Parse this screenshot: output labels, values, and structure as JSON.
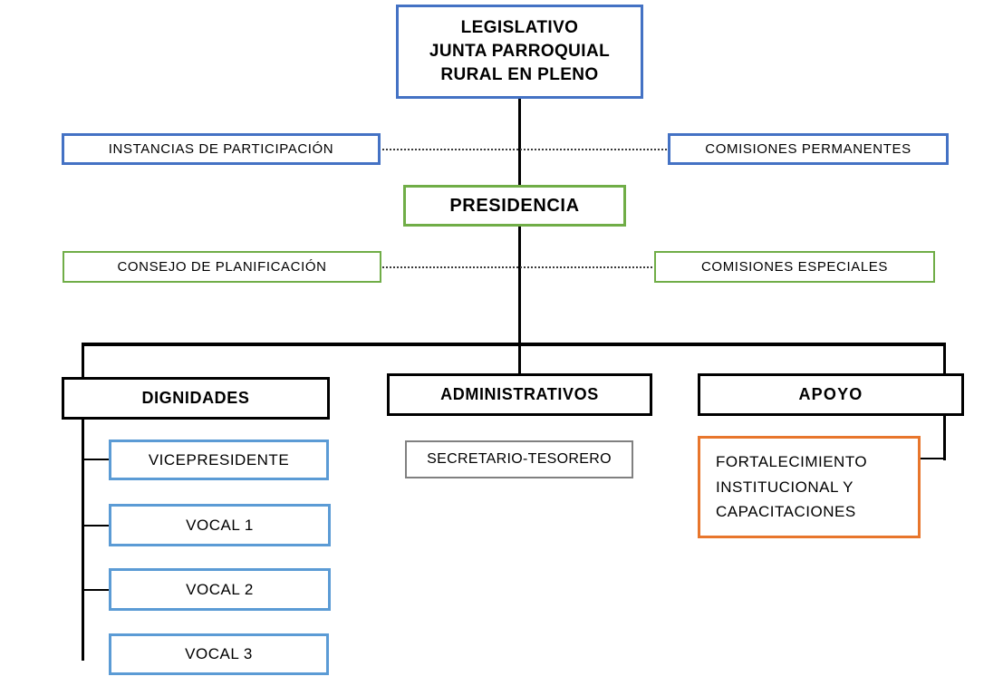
{
  "diagram": {
    "title": "Organigrama - Junta Parroquial Rural",
    "type": "organizational-chart"
  },
  "colors": {
    "blue": "#4472C4",
    "light_blue": "#5B9BD5",
    "green": "#70AD47",
    "black": "#000000",
    "gray": "#808080",
    "orange": "#E8762C",
    "background": "#FFFFFF"
  },
  "nodes": {
    "legislativo": {
      "label": "LEGISLATIVO\nJUNTA PARROQUIAL\nRURAL EN PLENO",
      "border_color": "#4472C4",
      "level": 1
    },
    "instancias_participacion": {
      "label": "INSTANCIAS  DE PARTICIPACIÓN",
      "border_color": "#4472C4",
      "level": 2
    },
    "comisiones_permanentes": {
      "label": "COMISIONES  PERMANENTES",
      "border_color": "#4472C4",
      "level": 2
    },
    "presidencia": {
      "label": "PRESIDENCIA",
      "border_color": "#70AD47",
      "level": 3
    },
    "consejo_planificacion": {
      "label": "CONSEJO DE PLANIFICACIÓN",
      "border_color": "#70AD47",
      "level": 4
    },
    "comisiones_especiales": {
      "label": "COMISIONES  ESPECIALES",
      "border_color": "#70AD47",
      "level": 4
    },
    "dignidades": {
      "label": "DIGNIDADES",
      "border_color": "#000000",
      "level": 5
    },
    "administrativos": {
      "label": "ADMINISTRATIVOS",
      "border_color": "#000000",
      "level": 5
    },
    "apoyo": {
      "label": "APOYO",
      "border_color": "#000000",
      "level": 5
    },
    "vicepresidente": {
      "label": "VICEPRESIDENTE",
      "border_color": "#5B9BD5",
      "level": 6
    },
    "vocal1": {
      "label": "VOCAL 1",
      "border_color": "#5B9BD5",
      "level": 6
    },
    "vocal2": {
      "label": "VOCAL 2",
      "border_color": "#5B9BD5",
      "level": 6
    },
    "vocal3": {
      "label": "VOCAL 3",
      "border_color": "#5B9BD5",
      "level": 6
    },
    "secretario_tesorero": {
      "label": "SECRETARIO-TESORERO",
      "border_color": "#808080",
      "level": 6
    },
    "fortalecimiento": {
      "label": "FORTALECIMIENTO\nINSTITUCIONAL   Y\nCAPACITACIONES",
      "border_color": "#E8762C",
      "level": 6
    }
  }
}
